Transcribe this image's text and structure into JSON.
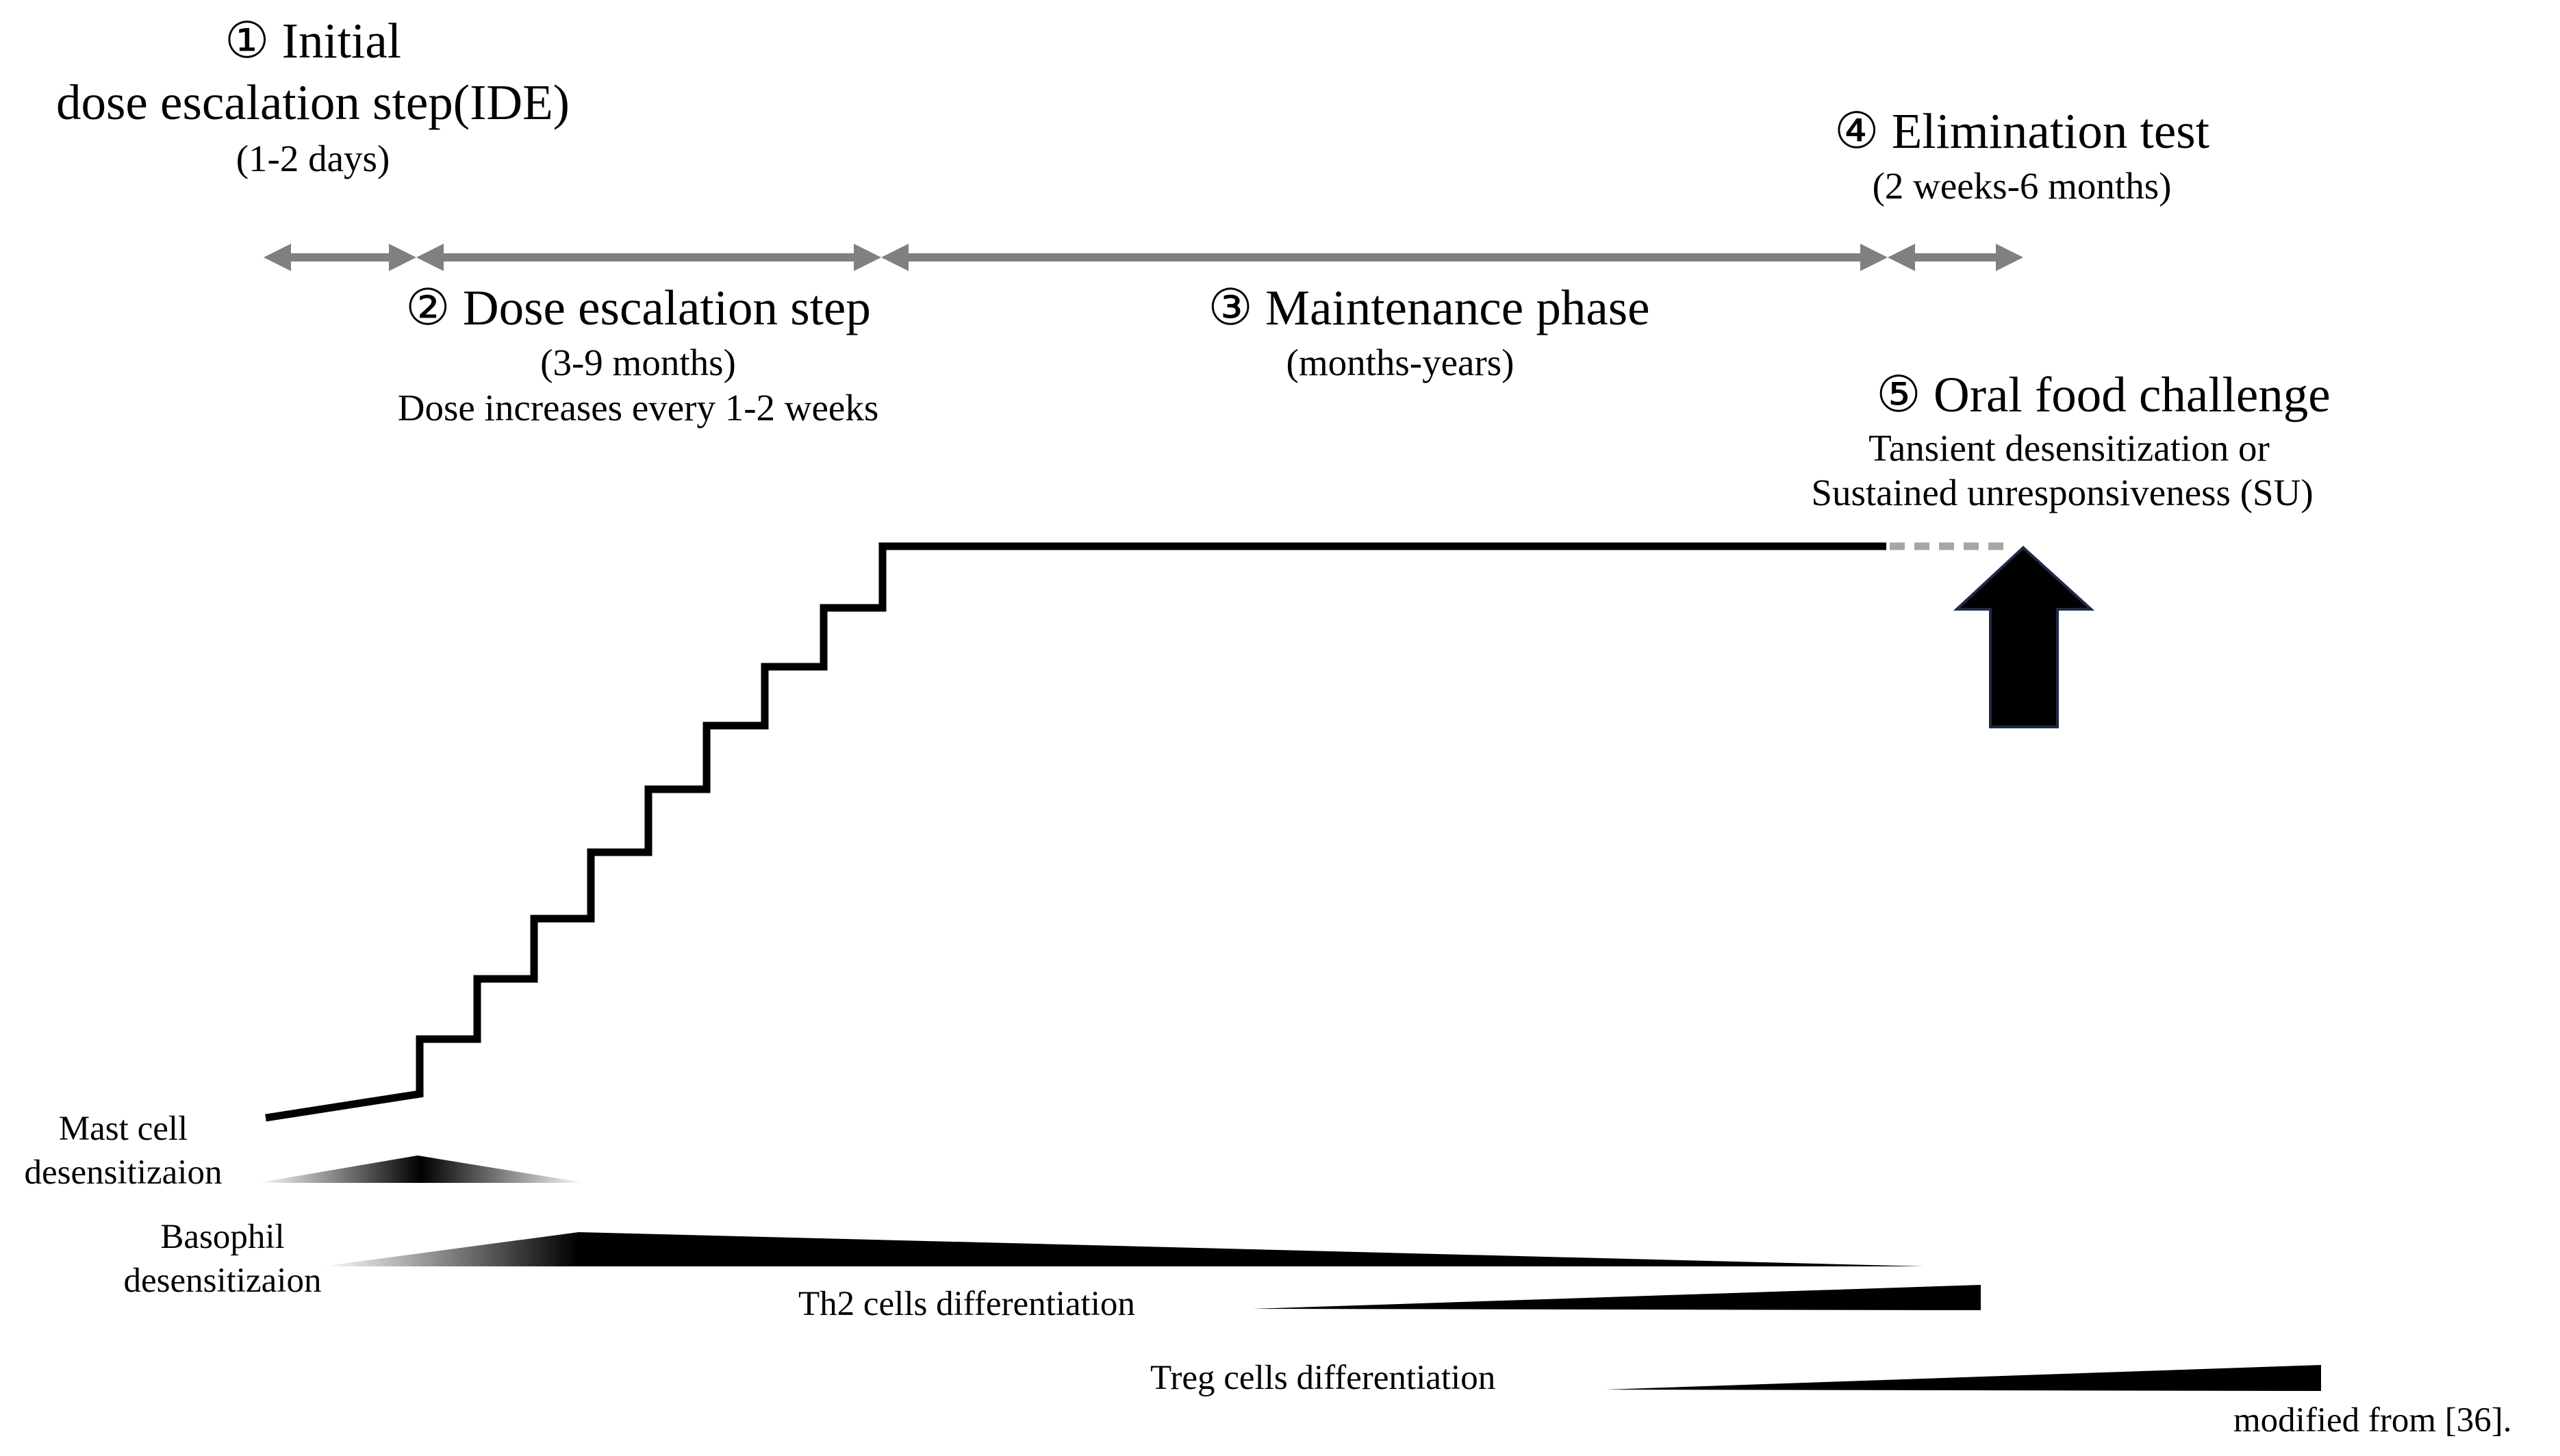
{
  "phases": {
    "initial": {
      "line1": "① Initial",
      "line2": "dose escalation step(IDE)",
      "duration": "(1-2 days)"
    },
    "dose_escalation": {
      "title": "② Dose escalation step",
      "duration": "(3-9 months)",
      "note": "Dose increases every 1-2 weeks"
    },
    "maintenance": {
      "title": "③ Maintenance  phase",
      "duration": "(months-years)"
    },
    "elimination": {
      "title": "④ Elimination test",
      "duration": "(2 weeks-6 months)"
    },
    "oral_food_challenge": {
      "title": "⑤ Oral food challenge",
      "line1": "Tansient desensitization  or",
      "line2": "Sustained unresponsiveness (SU)"
    }
  },
  "mechanisms": {
    "mast_cell": {
      "line1": "Mast cell",
      "line2": "desensitizaion"
    },
    "basophil": {
      "line1": "Basophil",
      "line2": "desensitizaion"
    },
    "th2": "Th2 cells differentiation",
    "treg": "Treg cells differentiation"
  },
  "source_note": "modified from [36].",
  "colors": {
    "arrow_gray": "#808080",
    "line": "#000000",
    "dotted": "#a6a6a6",
    "challenge_arrow_stroke": "#1f2a44"
  }
}
